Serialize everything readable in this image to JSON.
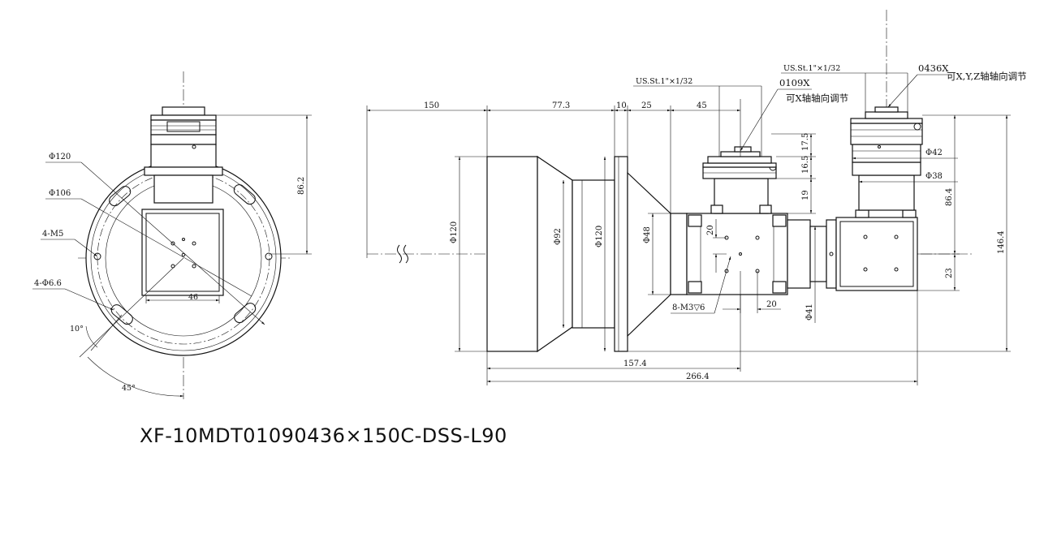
{
  "model_code": "XF-10MDT01090436×150C-DSS-L90",
  "front_view": {
    "dia_outer": "Φ120",
    "dia_pcd": "Φ106",
    "thread_holes": "4-M5",
    "slot_holes": "4-Φ6.6",
    "angle_small": "10°",
    "angle_large": "45°",
    "width_46": "46",
    "height_86_2": "86.2"
  },
  "side_view": {
    "len_150": "150",
    "len_77_3": "77.3",
    "len_10": "10",
    "len_25": "25",
    "len_45": "45",
    "len_157_4": "157.4",
    "len_266_4": "266.4",
    "dia_120_left": "Φ120",
    "dia_92": "Φ92",
    "dia_120_right": "Φ120",
    "dia_48": "Φ48",
    "dia_41": "Φ41",
    "dia_42": "Φ42",
    "dia_38": "Φ38",
    "h_17_5": "17.5",
    "h_16_5": "16.5",
    "h_19": "19",
    "h_86_4": "86.4",
    "h_23": "23",
    "h_146_4": "146.4",
    "sp_20_v": "20",
    "sp_20_h": "20",
    "holes_m3": "8-M3▽6",
    "thread_left": "US.St.1\"×1/32",
    "thread_right": "US.St.1\"×1/32",
    "code_0109": "0109X",
    "note_0109": "可X轴轴向调节",
    "code_0436": "0436X",
    "note_0436": "可X,Y,Z轴轴向调节"
  }
}
